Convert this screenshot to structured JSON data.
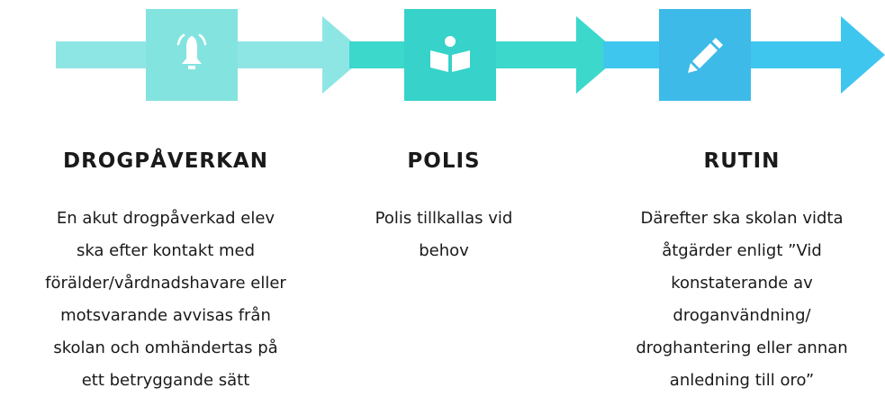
{
  "colors": {
    "arrow_1": "#8ee6e4",
    "arrow_2": "#3cd8cc",
    "arrow_3": "#3fc6ee",
    "box_1": "#83e3df",
    "box_2": "#37d2c9",
    "box_3": "#3ebae9",
    "icon": "#ffffff",
    "text": "#1a1a1a"
  },
  "steps": [
    {
      "icon": "bell-icon",
      "title": "DROGPÅVERKAN",
      "lines": [
        "En akut drogpåverkad elev",
        "ska efter kontakt med",
        "förälder/vårdnadshavare eller",
        "motsvarande avvisas från",
        "skolan och omhändertas på",
        "ett betryggande sätt"
      ]
    },
    {
      "icon": "book-reader-icon",
      "title": "POLIS",
      "lines": [
        "Polis tillkallas vid",
        "behov"
      ]
    },
    {
      "icon": "pencil-icon",
      "title": "RUTIN",
      "lines": [
        "Därefter ska skolan vidta",
        "åtgärder enligt ”Vid",
        "konstaterande av",
        "droganvändning/",
        "droghantering eller annan",
        "anledning till oro”"
      ]
    }
  ]
}
